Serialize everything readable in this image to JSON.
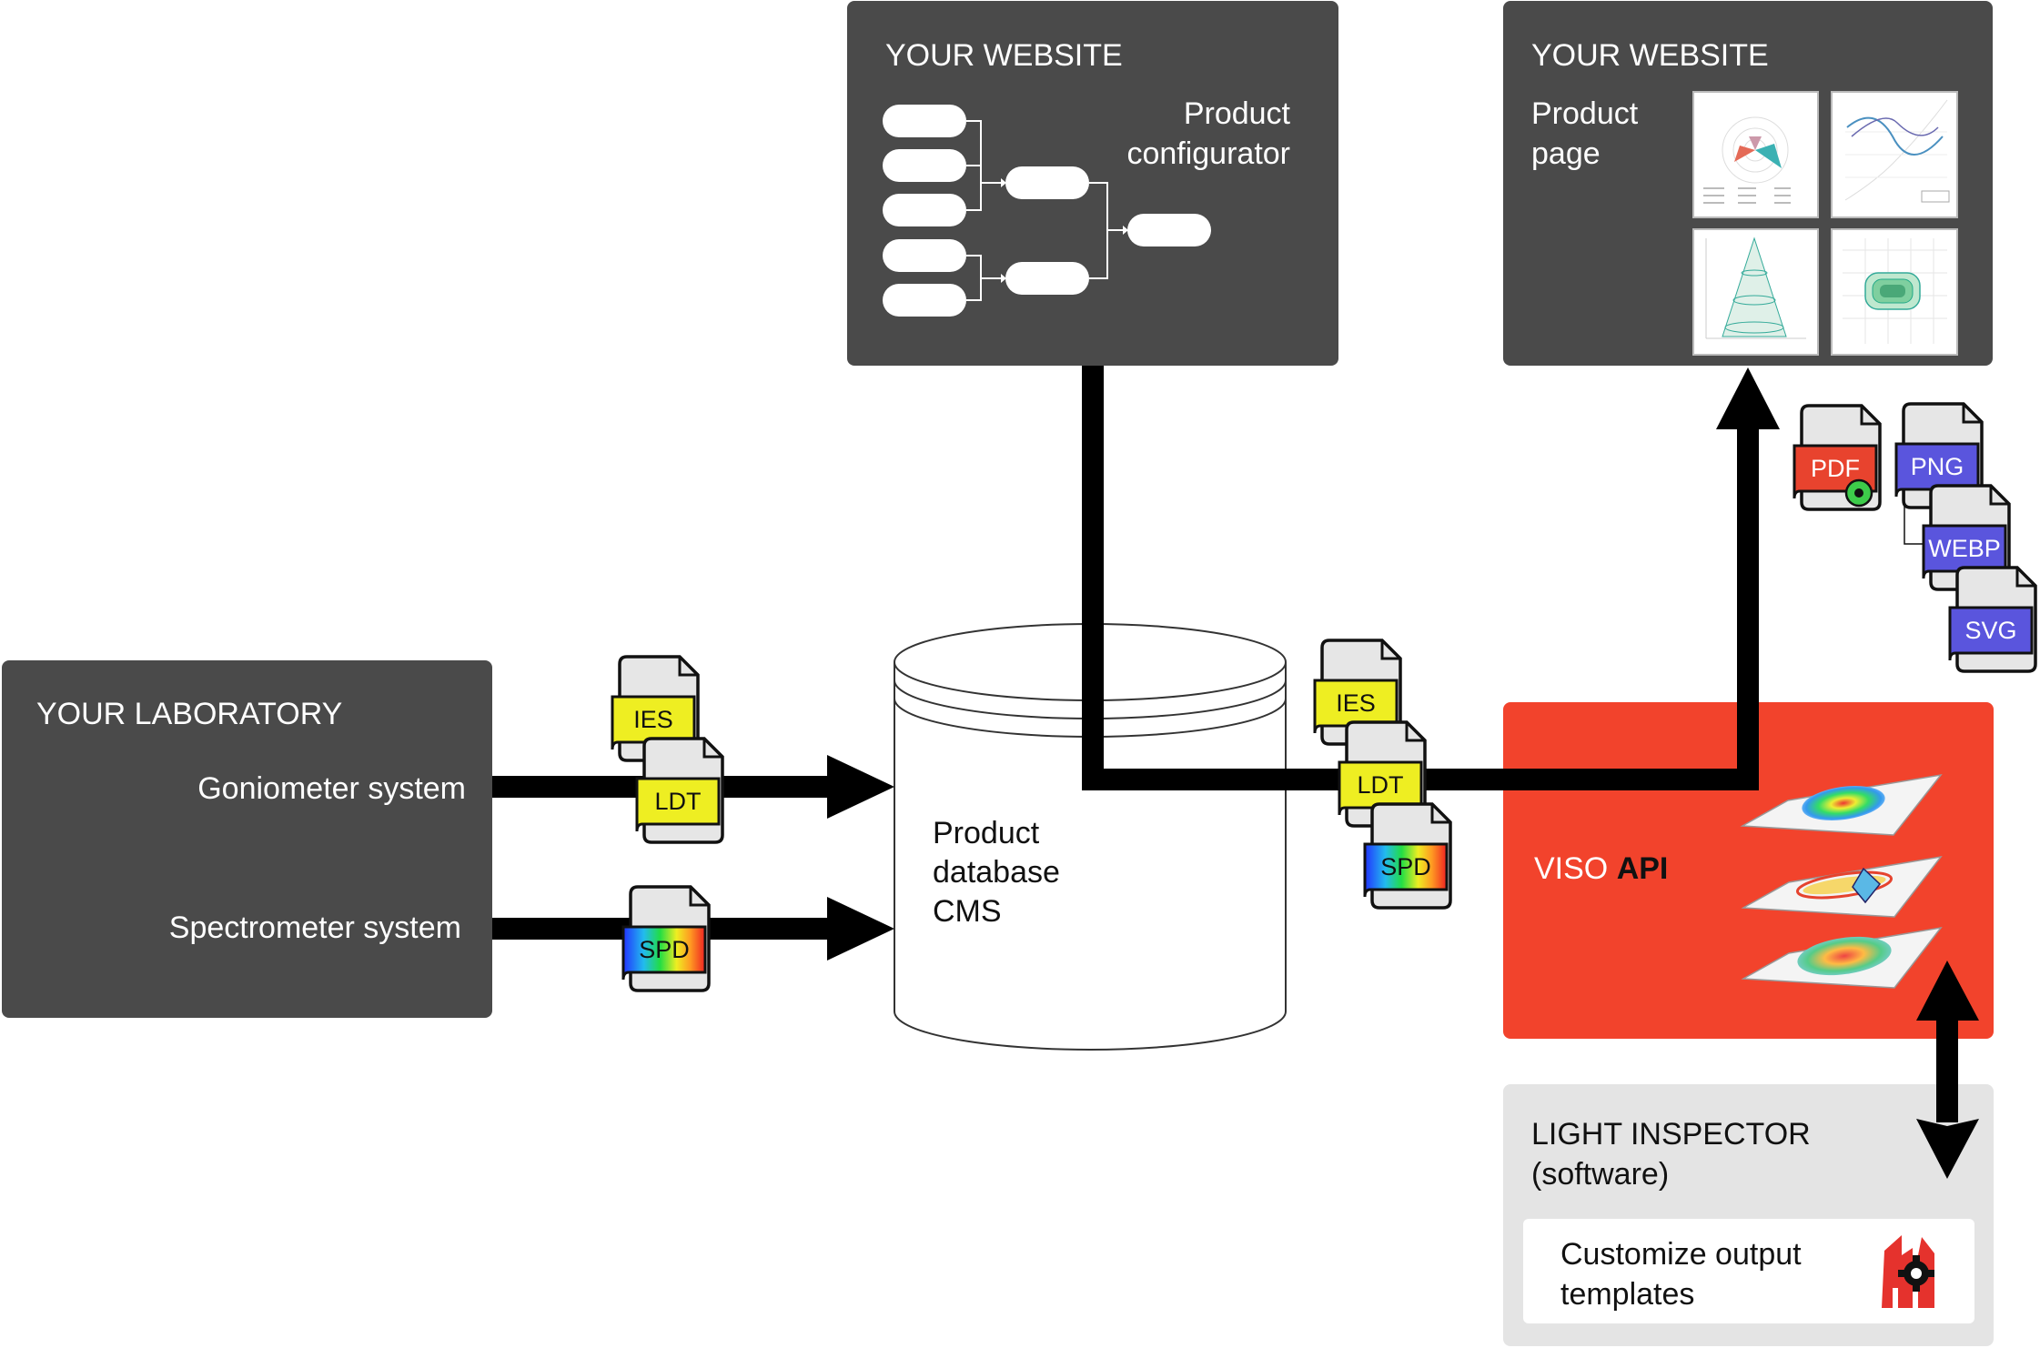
{
  "laboratory": {
    "title": "YOUR LABORATORY",
    "goniometer": "Goniometer system",
    "spectrometer": "Spectrometer system"
  },
  "website_configurator": {
    "title": "YOUR WEBSITE",
    "label_line1": "Product",
    "label_line2": "configurator"
  },
  "website_product": {
    "title": "YOUR WEBSITE",
    "label_line1": "Product",
    "label_line2": "page"
  },
  "database": {
    "line1": "Product",
    "line2": "database",
    "line3": "CMS"
  },
  "viso": {
    "prefix": "VISO ",
    "bold": "API"
  },
  "inspector": {
    "title": "LIGHT INSPECTOR",
    "subtitle": "(software)",
    "templates_line1": "Customize output",
    "templates_line2": "templates"
  },
  "files": {
    "ies": "IES",
    "ldt": "LDT",
    "spd": "SPD",
    "pdf": "PDF",
    "png": "PNG",
    "webp": "WEBP",
    "svg": "SVG"
  },
  "colors": {
    "dark_panel": "#4a4a4a",
    "viso_red": "#f2432c",
    "inspector_bg": "#e4e4e4",
    "file_tag_yellow": "#eeee22",
    "file_tag_red": "#e8432e",
    "file_tag_blue": "#5a55dd"
  }
}
